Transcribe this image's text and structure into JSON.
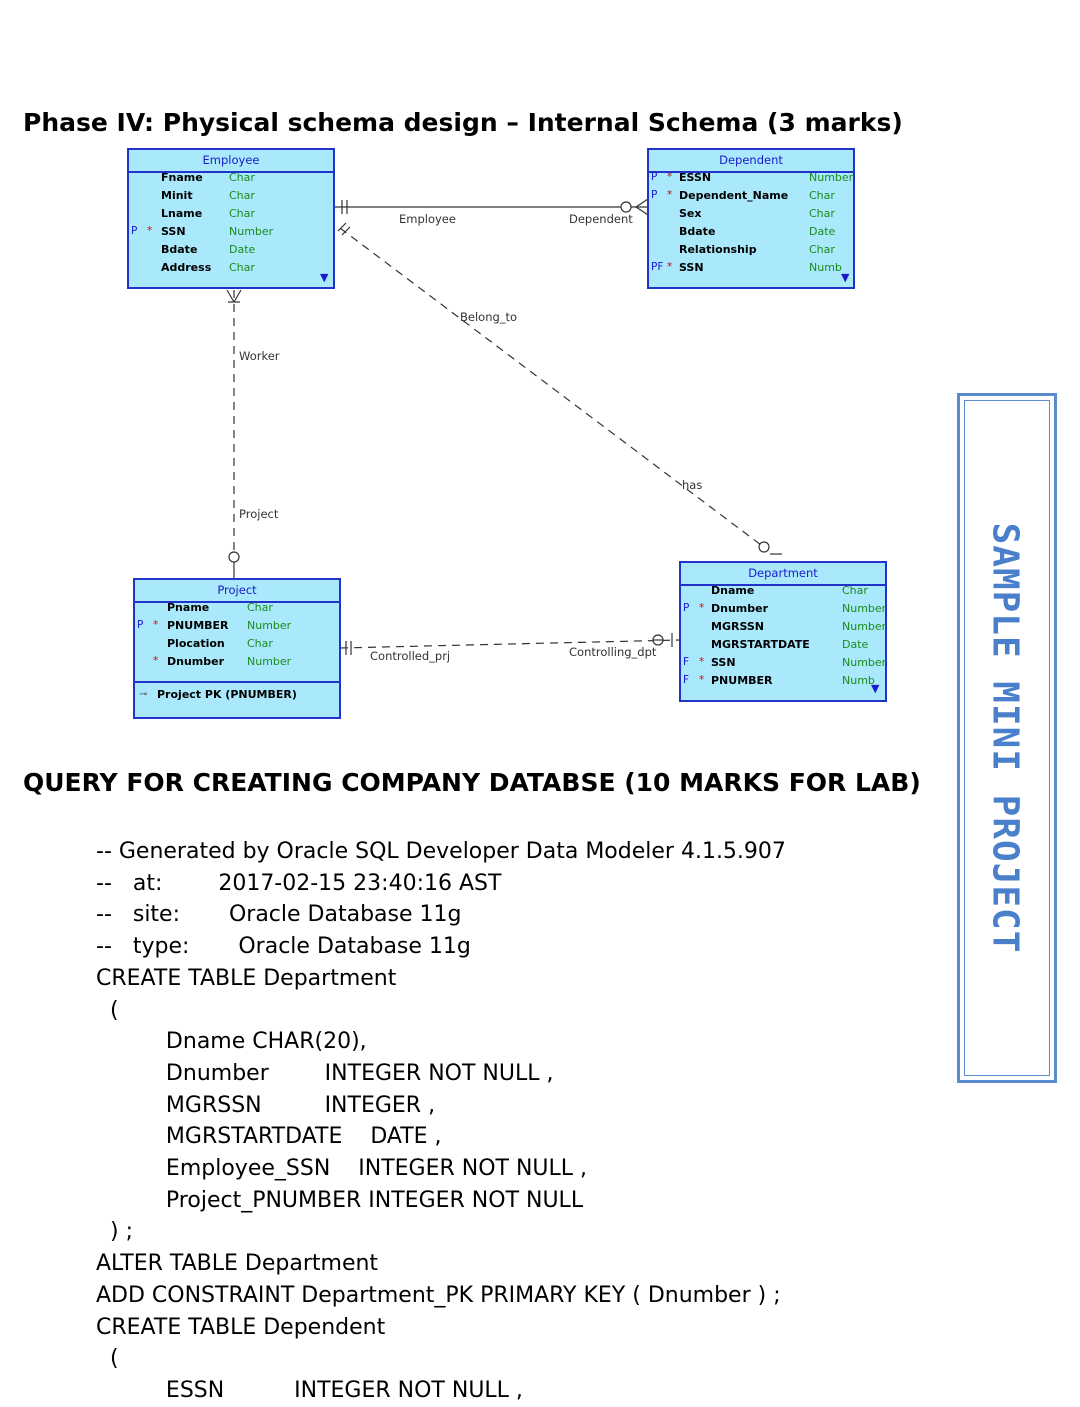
{
  "heading_phase": "Phase IV: Physical schema design – Internal Schema (3 marks)",
  "heading_query": "QUERY FOR CREATING COMPANY DATABSE (10 MARKS FOR LAB)",
  "side_label": "SAMPLE MINI PROJECT",
  "diagram": {
    "entities": {
      "employee": {
        "name": "Employee",
        "attrs": [
          {
            "flag": "",
            "star": "",
            "name": "Fname",
            "type": "Char"
          },
          {
            "flag": "",
            "star": "",
            "name": "Minit",
            "type": "Char"
          },
          {
            "flag": "",
            "star": "",
            "name": "Lname",
            "type": "Char"
          },
          {
            "flag": "P",
            "star": "*",
            "name": "SSN",
            "type": "Number"
          },
          {
            "flag": "",
            "star": "",
            "name": "Bdate",
            "type": "Date"
          },
          {
            "flag": "",
            "star": "",
            "name": "Address",
            "type": "Char"
          }
        ]
      },
      "dependent": {
        "name": "Dependent",
        "attrs": [
          {
            "flag": "P",
            "star": "*",
            "name": "ESSN",
            "type": "Number"
          },
          {
            "flag": "P",
            "star": "*",
            "name": "Dependent_Name",
            "type": "Char"
          },
          {
            "flag": "",
            "star": "",
            "name": "Sex",
            "type": "Char"
          },
          {
            "flag": "",
            "star": "",
            "name": "Bdate",
            "type": "Date"
          },
          {
            "flag": "",
            "star": "",
            "name": "Relationship",
            "type": "Char"
          },
          {
            "flag": "PF",
            "star": "*",
            "name": "SSN",
            "type": "Numb"
          }
        ]
      },
      "project": {
        "name": "Project",
        "attrs": [
          {
            "flag": "",
            "star": "",
            "name": "Pname",
            "type": "Char"
          },
          {
            "flag": "P",
            "star": "*",
            "name": "PNUMBER",
            "type": "Number"
          },
          {
            "flag": "",
            "star": "",
            "name": "Plocation",
            "type": "Char"
          },
          {
            "flag": "",
            "star": "*",
            "name": "Dnumber",
            "type": "Number"
          }
        ],
        "pk": "Project PK (PNUMBER)"
      },
      "department": {
        "name": "Department",
        "attrs": [
          {
            "flag": "",
            "star": "",
            "name": "Dname",
            "type": "Char"
          },
          {
            "flag": "P",
            "star": "*",
            "name": "Dnumber",
            "type": "Number"
          },
          {
            "flag": "",
            "star": "",
            "name": "MGRSSN",
            "type": "Number"
          },
          {
            "flag": "",
            "star": "",
            "name": "MGRSTARTDATE",
            "type": "Date"
          },
          {
            "flag": "F",
            "star": "*",
            "name": "SSN",
            "type": "Number"
          },
          {
            "flag": "F",
            "star": "*",
            "name": "PNUMBER",
            "type": "Numb"
          }
        ]
      }
    },
    "relationships": {
      "employee_end": "Employee",
      "dependent_end": "Dependent",
      "belong_to": "Belong_to",
      "has": "has",
      "worker": "Worker",
      "project_end": "Project",
      "controlled_prj": "Controlled_prj",
      "controlling_dpt": "Controlling_dpt"
    }
  },
  "sql_lines": [
    "-- Generated by Oracle SQL Developer Data Modeler 4.1.5.907",
    "--   at:        2017-02-15 23:40:16 AST",
    "--   site:       Oracle Database 11g",
    "--   type:       Oracle Database 11g",
    "CREATE TABLE Department",
    "  (",
    "          Dname CHAR(20),",
    "          Dnumber        INTEGER NOT NULL ,",
    "          MGRSSN         INTEGER ,",
    "          MGRSTARTDATE    DATE ,",
    "          Employee_SSN    INTEGER NOT NULL ,",
    "          Project_PNUMBER INTEGER NOT NULL",
    "  ) ;",
    "ALTER TABLE Department",
    "ADD CONSTRAINT Department_PK PRIMARY KEY ( Dnumber ) ;",
    "CREATE TABLE Dependent",
    "  (",
    "          ESSN          INTEGER NOT NULL ,"
  ]
}
